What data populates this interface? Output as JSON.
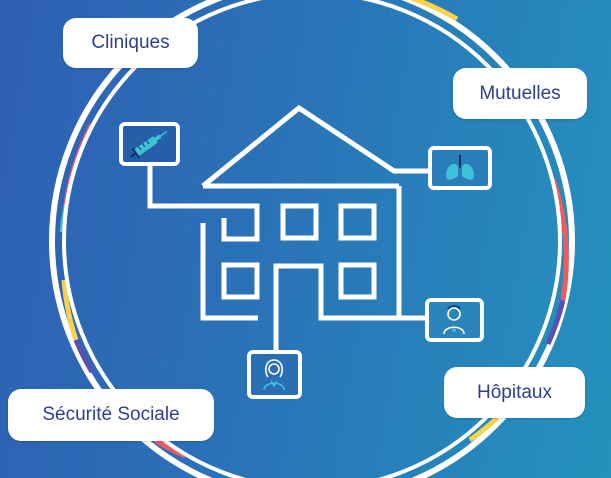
{
  "labels": {
    "cliniques": "Cliniques",
    "mutuelles": "Mutuelles",
    "securite_sociale": "Sécurité Sociale",
    "hopitaux": "Hôpitaux"
  },
  "icons": {
    "top_left": "syringe-icon",
    "top_right": "lungs-icon",
    "bottom_right": "male-doctor-icon",
    "bottom_center": "female-doctor-icon"
  },
  "colors": {
    "background_start": "#2f5fb3",
    "background_end": "#2492bd",
    "line": "#ffffff",
    "label_text": "#2d3f91",
    "icon_accent": "#3ec2d8",
    "ring_red": "#ef5a5e",
    "ring_yellow": "#f7d34a",
    "ring_teal": "#45c0b3",
    "ring_purple": "#5a4fb0"
  }
}
